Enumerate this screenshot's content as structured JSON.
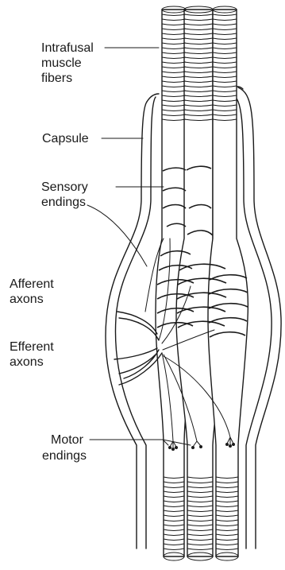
{
  "labels": {
    "intrafusal_line1": "Intrafusal",
    "intrafusal_line2": "muscle",
    "intrafusal_line3": "fibers",
    "capsule": "Capsule",
    "sensory_line1": "Sensory",
    "sensory_line2": "endings",
    "afferent_line1": "Afferent",
    "afferent_line2": "axons",
    "efferent_line1": "Efferent",
    "efferent_line2": "axons",
    "motor_line1": "Motor",
    "motor_line2": "endings"
  }
}
